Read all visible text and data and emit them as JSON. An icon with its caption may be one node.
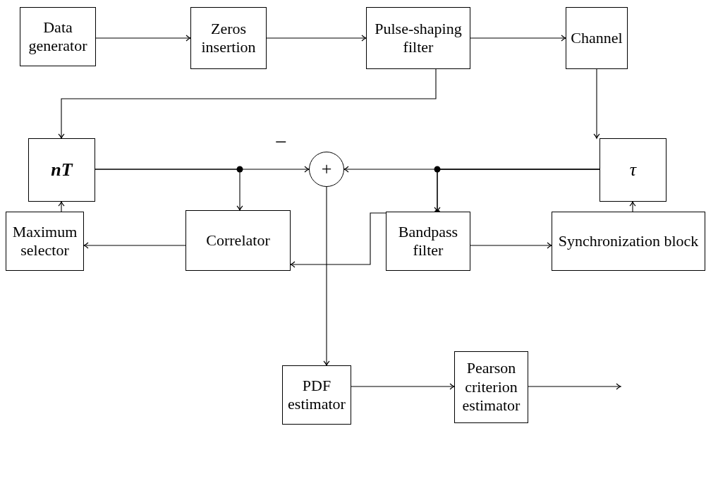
{
  "diagram": {
    "nodes": [
      {
        "text": [
          "Data generator"
        ]
      },
      {
        "text": [
          "Zeros insertion"
        ]
      },
      {
        "text": [
          "Pulse-shaping filter"
        ]
      },
      {
        "text": [
          "Channel"
        ]
      },
      {
        "text": [
          "nT"
        ]
      },
      {
        "text": [
          "+"
        ]
      },
      {
        "text": [
          "τ"
        ]
      },
      {
        "text": [
          "Maximum selector"
        ]
      },
      {
        "text": [
          "Correlator"
        ]
      },
      {
        "text": [
          "Bandpass filter"
        ]
      },
      {
        "text": [
          "Synchronization block"
        ]
      },
      {
        "text": [
          "PDF estimator"
        ]
      },
      {
        "text": [
          "Pearson criterion estimator"
        ]
      }
    ],
    "edges": [
      {
        "from": 0,
        "to": 1,
        "arrow": "to"
      },
      {
        "from": 1,
        "to": 2,
        "arrow": "to"
      },
      {
        "from": 2,
        "to": 3,
        "arrow": "to"
      },
      {
        "from": 2,
        "to": 4,
        "arrow": "to"
      },
      {
        "from": 3,
        "to": 6,
        "arrow": "to"
      },
      {
        "from": 4,
        "to": 5,
        "arrow": "to"
      },
      {
        "from": 4,
        "to": 8,
        "arrow": "to"
      },
      {
        "from": 6,
        "to": 5,
        "arrow": "to"
      },
      {
        "from": 6,
        "to": 9,
        "arrow": "to"
      },
      {
        "from": 6,
        "to": 8,
        "arrow": "to"
      },
      {
        "from": 8,
        "to": 7,
        "arrow": "to"
      },
      {
        "from": 7,
        "to": 4,
        "arrow": "to"
      },
      {
        "from": 9,
        "to": 10,
        "arrow": "to"
      },
      {
        "from": 10,
        "to": 6,
        "arrow": "to"
      },
      {
        "from": 5,
        "to": 11,
        "arrow": "to"
      },
      {
        "from": 11,
        "to": 12,
        "arrow": "to"
      },
      {
        "from": 12,
        "to": null,
        "arrow": "to"
      }
    ],
    "labels": [
      "−"
    ]
  }
}
